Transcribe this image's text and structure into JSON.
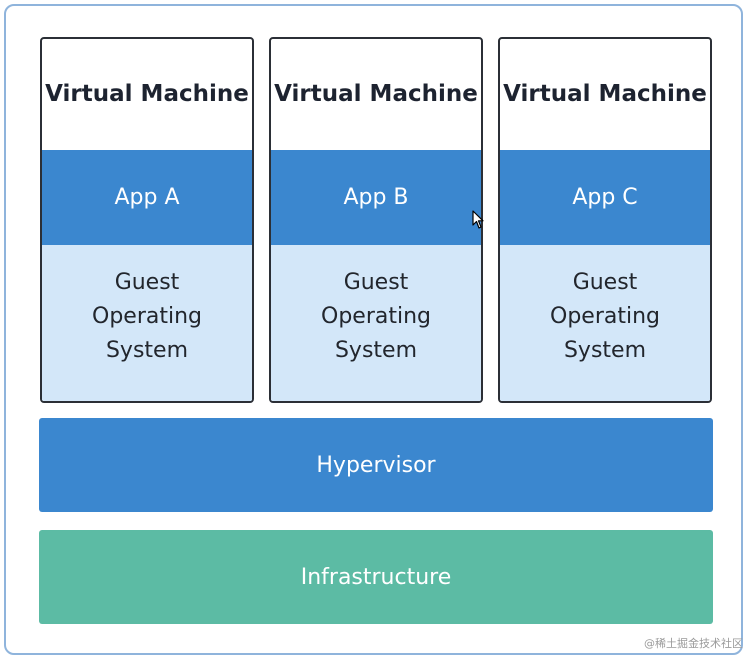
{
  "virtual_machines": [
    {
      "title": "Virtual Machine",
      "app": "App A",
      "os": [
        "Guest",
        "Operating",
        "System"
      ]
    },
    {
      "title": "Virtual Machine",
      "app": "App B",
      "os": [
        "Guest",
        "Operating",
        "System"
      ]
    },
    {
      "title": "Virtual Machine",
      "app": "App C",
      "os": [
        "Guest",
        "Operating",
        "System"
      ]
    }
  ],
  "hypervisor": "Hypervisor",
  "infrastructure": "Infrastructure",
  "watermark": "@稀土掘金技术社区",
  "colors": {
    "frame_border": "#8fb4dc",
    "vm_border": "#2b2f36",
    "app_layer": "#3b87cf",
    "os_layer": "#d3e7f9",
    "hypervisor": "#3b87cf",
    "infrastructure": "#5cbba4"
  }
}
